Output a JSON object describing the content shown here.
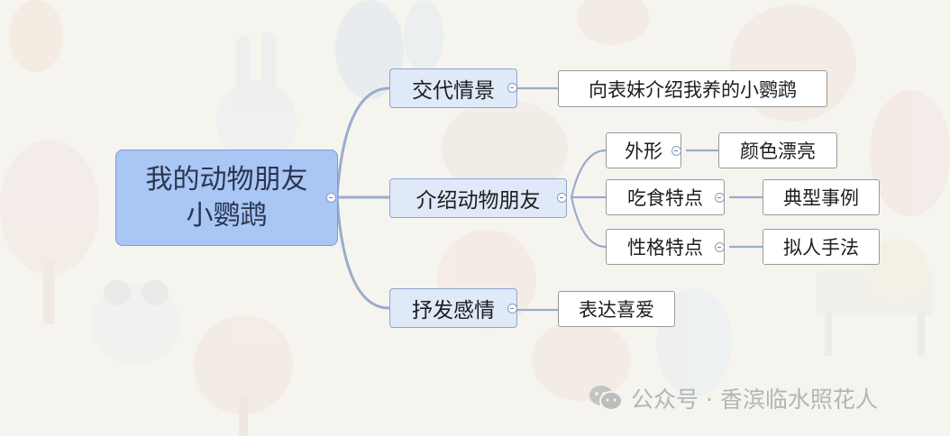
{
  "diagram": {
    "root": {
      "line1": "我的动物朋友",
      "line2": "小鹦鹉"
    },
    "branches": [
      {
        "label": "交代情景",
        "children": [
          {
            "label": "向表妹介绍我养的小鹦鹉"
          }
        ]
      },
      {
        "label": "介绍动物朋友",
        "children": [
          {
            "label": "外形",
            "children": [
              {
                "label": "颜色漂亮"
              }
            ]
          },
          {
            "label": "吃食特点",
            "children": [
              {
                "label": "典型事例"
              }
            ]
          },
          {
            "label": "性格特点",
            "children": [
              {
                "label": "拟人手法"
              }
            ]
          }
        ]
      },
      {
        "label": "抒发感情",
        "children": [
          {
            "label": "表达喜爱"
          }
        ]
      }
    ]
  },
  "watermark": {
    "text": "公众号 · 香滨临水照花人",
    "icon": "wechat-icon"
  },
  "colors": {
    "root_fill": "#a9c6f5",
    "branch_fill": "#dfe9f8",
    "connector": "#99accc"
  }
}
